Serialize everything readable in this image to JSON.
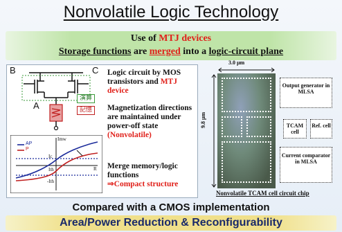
{
  "title": "Nonvolatile Logic Technology",
  "banner": {
    "line1_pre": "Use of ",
    "line1_red": "MTJ devices",
    "line2_a": "Storage functions",
    "line2_b": " are ",
    "line2_red": "merged",
    "line2_c": " into a ",
    "line2_d": "logic-circuit plane"
  },
  "circuit": {
    "label_b": "B",
    "label_c": "C",
    "label_a": "A",
    "tag_compute": "演算",
    "tag_memory": "記憶"
  },
  "graph": {
    "y_axis_label": "Imw",
    "legend_ap": "AP",
    "legend_p": "P",
    "tick_ic": "Ic",
    "tick_ith": "Ith",
    "tick_neg_ith": "-Ith",
    "x_axis_label": "R"
  },
  "points": {
    "p1": "Logic circuit by MOS transistors and ",
    "p1_red": "MTJ device",
    "p2": "Magnetization directions are maintained under power-off state",
    "p2_red": "(Nonvolatile)",
    "p3": "Merge memory/logic functions",
    "p3_red": "⇒Compact structure"
  },
  "chip": {
    "width_label": "3.0 μm",
    "height_label": "9.8 μm",
    "box_output": "Output generator in MLSA",
    "box_tcam": "TCAM cell",
    "box_ref": "Ref. cell",
    "box_comparator": "Current comparator in MLSA",
    "caption": "Nonvolatile TCAM cell circuit chip"
  },
  "bottom": {
    "line1": "Compared with a CMOS implementation",
    "line2": "Area/Power Reduction & Reconfigurability"
  },
  "colors": {
    "accent_red": "#e0201a",
    "banner_green": "#bfe4a8",
    "banner_yellow": "#f0e08a",
    "curve_blue": "#1a2a9a"
  }
}
